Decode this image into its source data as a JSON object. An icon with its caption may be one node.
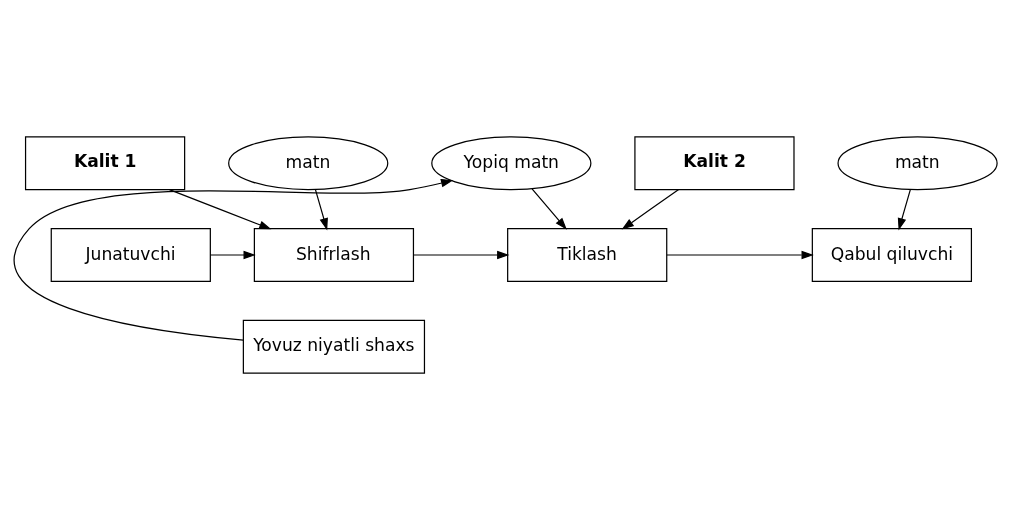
{
  "diagram": {
    "nodes": [
      {
        "text": [
          "Kalit 1"
        ]
      },
      {
        "text": [
          "Kalit 2"
        ]
      },
      {
        "text": [
          "matn"
        ]
      },
      {
        "text": [
          "matn"
        ]
      },
      {
        "text": [
          "Yopiq matn"
        ]
      },
      {
        "text": [
          "Junatuvchi"
        ]
      },
      {
        "text": [
          "Shifrlash"
        ]
      },
      {
        "text": [
          "Tiklash"
        ]
      },
      {
        "text": [
          "Qabul qiluvchi"
        ]
      },
      {
        "text": [
          "Yovuz niyatli shaxs"
        ]
      }
    ],
    "edges": [
      {
        "from": 0,
        "to": 6,
        "arrow": "to"
      },
      {
        "from": 2,
        "to": 6,
        "arrow": "to"
      },
      {
        "from": 5,
        "to": 6,
        "arrow": "to"
      },
      {
        "from": 6,
        "to": 7,
        "arrow": "to"
      },
      {
        "from": 4,
        "to": 7,
        "arrow": "to"
      },
      {
        "from": 9,
        "to": 4,
        "arrow": "to"
      },
      {
        "from": 1,
        "to": 7,
        "arrow": "to"
      },
      {
        "from": 3,
        "to": 8,
        "arrow": "to"
      },
      {
        "from": 7,
        "to": 8,
        "arrow": "to"
      }
    ]
  }
}
